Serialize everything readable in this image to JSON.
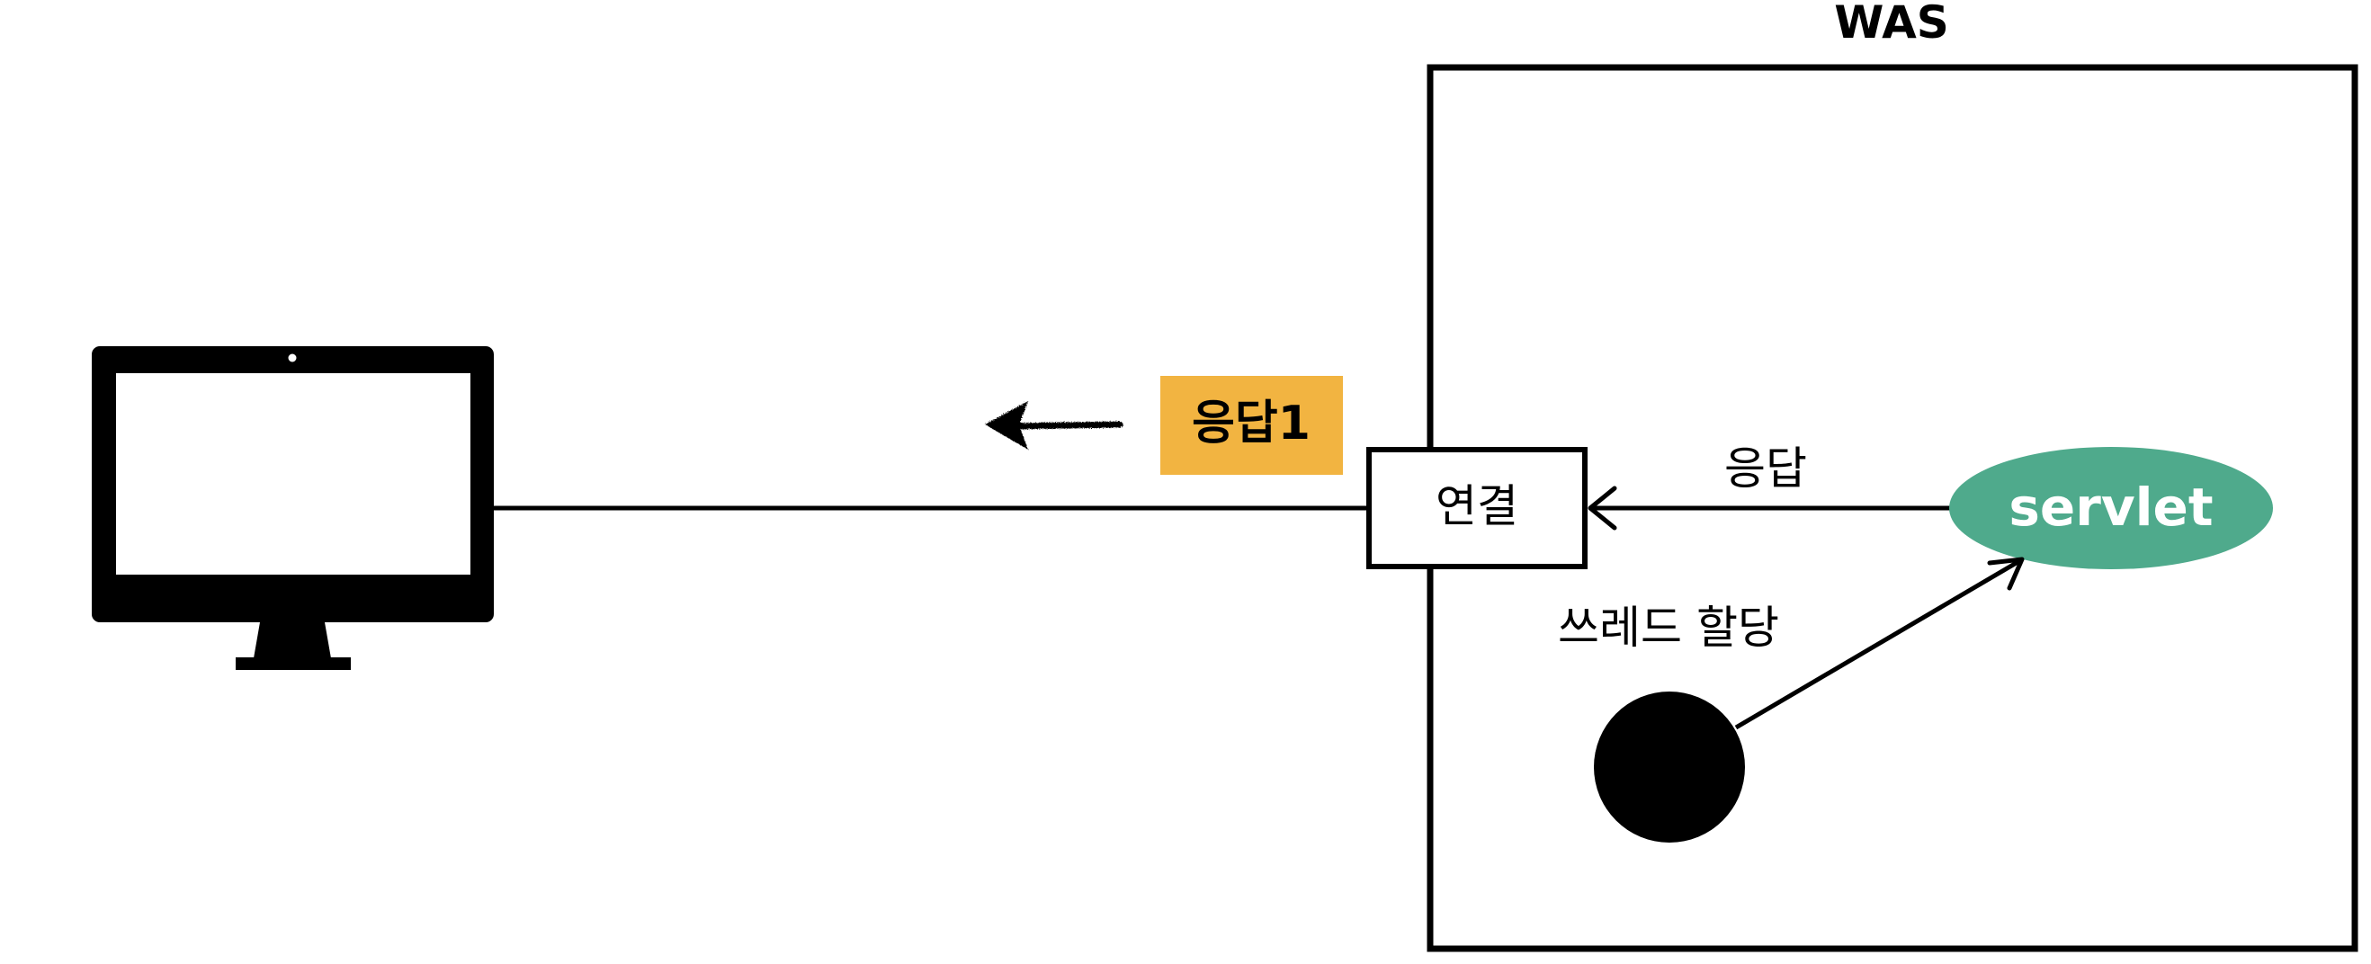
{
  "diagram": {
    "was_label": "WAS",
    "connection_label": "연결",
    "response_badge_label": "응답1",
    "response_arrow_label": "응답",
    "servlet_label": "servlet",
    "thread_allocation_label": "쓰레드 할당"
  },
  "icons": {
    "client": "monitor-icon",
    "thread": "thread-circle"
  },
  "colors": {
    "badge": "#F2B441",
    "servlet": "#4FAA8C",
    "stroke": "#000000",
    "background": "#FFFFFF"
  }
}
